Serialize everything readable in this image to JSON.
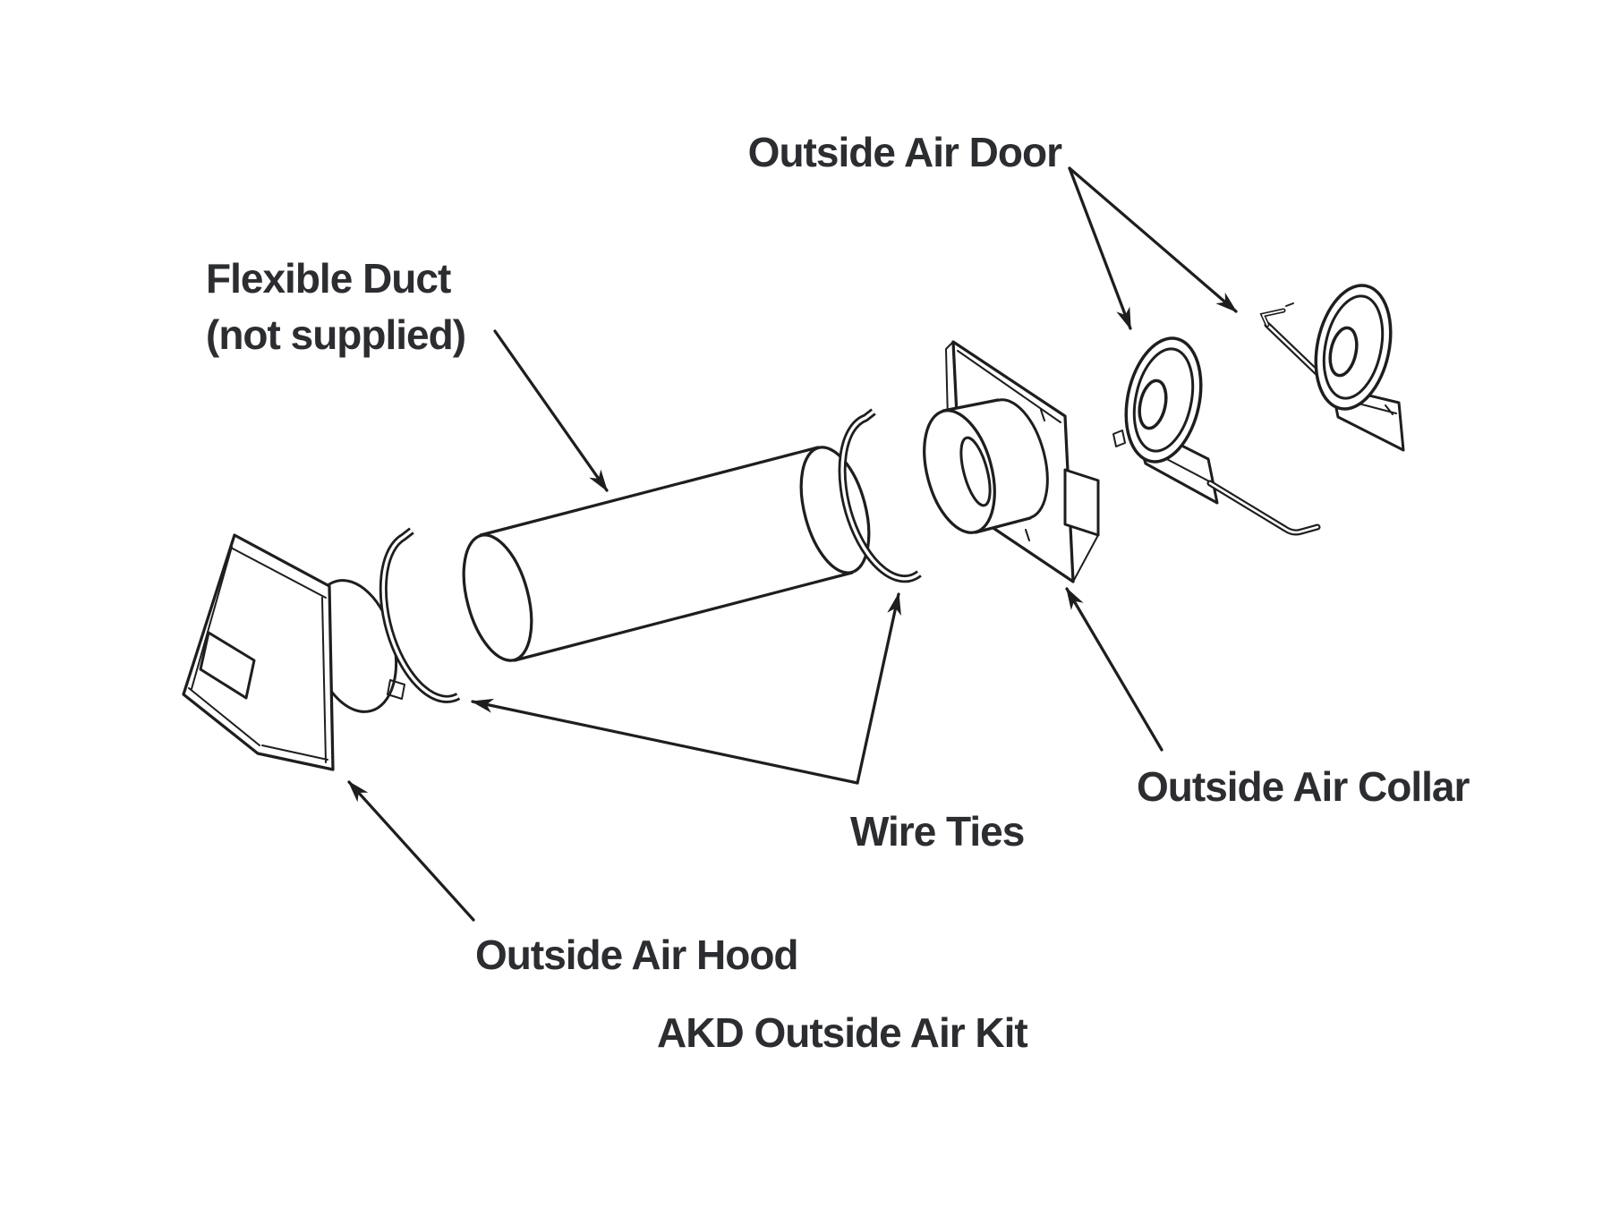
{
  "diagram": {
    "kind": "exploded-parts-diagram",
    "title": "AKD Outside Air Kit",
    "labels": {
      "outside_air_door": "Outside Air Door",
      "flexible_duct_line1": "Flexible Duct",
      "flexible_duct_line2": "(not supplied)",
      "wire_ties": "Wire Ties",
      "outside_air_collar": "Outside Air Collar",
      "outside_air_hood": "Outside Air Hood"
    },
    "parts": [
      {
        "id": "outside-air-hood",
        "label": "Outside Air Hood"
      },
      {
        "id": "flexible-duct",
        "label": "Flexible Duct (not supplied)"
      },
      {
        "id": "wire-ties",
        "label": "Wire Ties",
        "count": 2
      },
      {
        "id": "outside-air-collar",
        "label": "Outside Air Collar"
      },
      {
        "id": "outside-air-door",
        "label": "Outside Air Door",
        "count": 2
      }
    ],
    "colors": {
      "background": "#ffffff",
      "line": "#1e1e20",
      "text": "#2c2d30"
    }
  }
}
